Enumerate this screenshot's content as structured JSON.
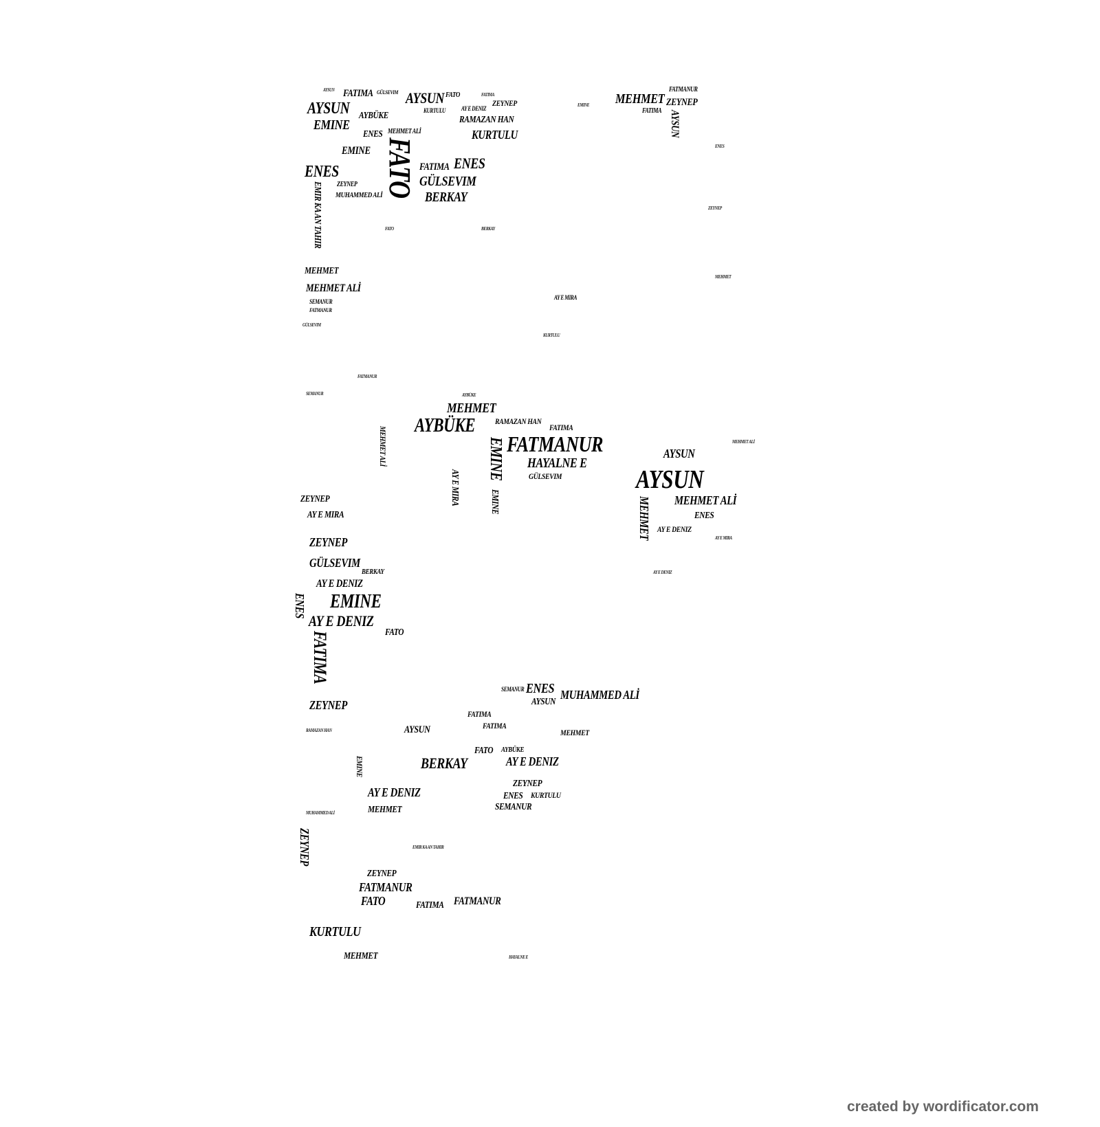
{
  "credit": "created by wordificator.com",
  "words": [
    "AYSUN",
    "FATIMA",
    "GÜLSEVIM",
    "AYSUN",
    "FATO",
    "KURTULU",
    "MEHMET",
    "FATMANUR",
    "FATIMA",
    "ZEYNEP",
    "FATO",
    "ENES",
    "EMINE",
    "EMINE",
    "ENES",
    "FATIMA",
    "ENES",
    "GÜLSEVIM",
    "BERKAY",
    "RAMAZAN HAN",
    "KURTULU",
    "ZEYNEP",
    "AY E DENIZ",
    "AYSUN",
    "EMIR KA AN TAHIR",
    "MEHMET",
    "MEHMET ALİ",
    "AY E MIRA",
    "MUHAMMED ALİ",
    "ZEYNEP",
    "AYBÜKE",
    "MEHMET ALİ",
    "SEMANUR",
    "FATMANUR",
    "AYBÜKE",
    "MEHMET",
    "FATMANUR",
    "HAYALNE E",
    "RAMAZAN HAN",
    "FATIMA",
    "AYSUN",
    "AYSUN",
    "MEHMET ALİ",
    "MEHMET",
    "ENES",
    "AY E DENIZ",
    "EMINE",
    "ZEYNEP",
    "GÜLSEVIM",
    "AY E DENIZ",
    "AY E DENIZ",
    "FATIMA",
    "ZEYNEP",
    "ZEYNEP",
    "BERKAY",
    "AY E MIRA",
    "ENES",
    "MUHAMMED ALİ",
    "SEMANUR",
    "BERKAY",
    "AY E DENIZ",
    "AY E DENIZ",
    "ZEYNEP",
    "KURTULU",
    "SEMANUR",
    "FATMANUR",
    "FATO",
    "FATIMA",
    "FATMANUR",
    "KURTULU",
    "MEHMET",
    "EMINE",
    "EMINE",
    "ZEYNEP",
    "MEHMET ALİ",
    "AY E MIRA",
    "MEHMET",
    "AYSUN",
    "FATO",
    "ENES",
    "ENES",
    "GÜLSEVIM",
    "EMINE",
    "FATIMA",
    "AYSUN",
    "FATIMA",
    "FATO",
    "AYBÜKE",
    "MEHMET",
    "ZEYNEP"
  ],
  "filler_words": [
    "AYSUN",
    "FATIMA",
    "EMINE",
    "ENES",
    "ZEYNEP",
    "MEHMET",
    "FATO",
    "BERKAY",
    "KURTULU",
    "GÜLSEVIM",
    "SEMANUR",
    "FATMANUR",
    "AYBÜKE",
    "MEHMET ALİ",
    "AY E MIRA",
    "AY E DENIZ",
    "RAMAZAN HAN",
    "MUHAMMED ALİ",
    "EMIR KA AN TAHIR",
    "HAYALNE E"
  ]
}
